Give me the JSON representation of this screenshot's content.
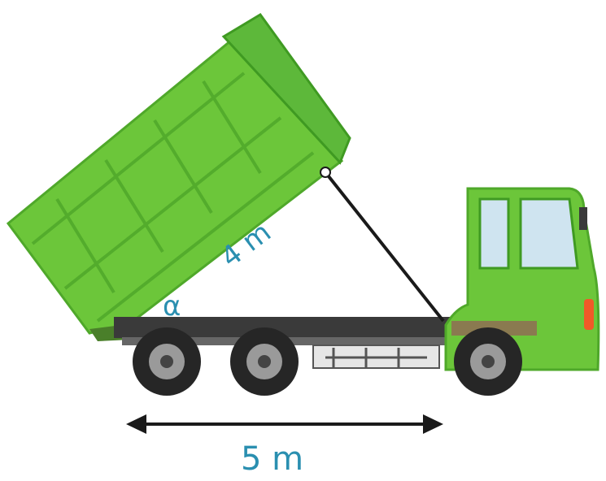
{
  "labels": {
    "bed_length": "4 m",
    "angle": "α",
    "base_length": "5 m"
  },
  "colors": {
    "body_green": "#6cc63a",
    "body_green_dark": "#4fa82a",
    "chassis": "#3a3a3a",
    "tire": "#262626",
    "hub": "#9a9a9a",
    "label_blue": "#2a8fb0",
    "window": "#cfe4f0",
    "light": "#f05a28"
  },
  "icons": {
    "tip_arrow": "arrow-both-icon",
    "truck": "dump-truck-icon"
  }
}
